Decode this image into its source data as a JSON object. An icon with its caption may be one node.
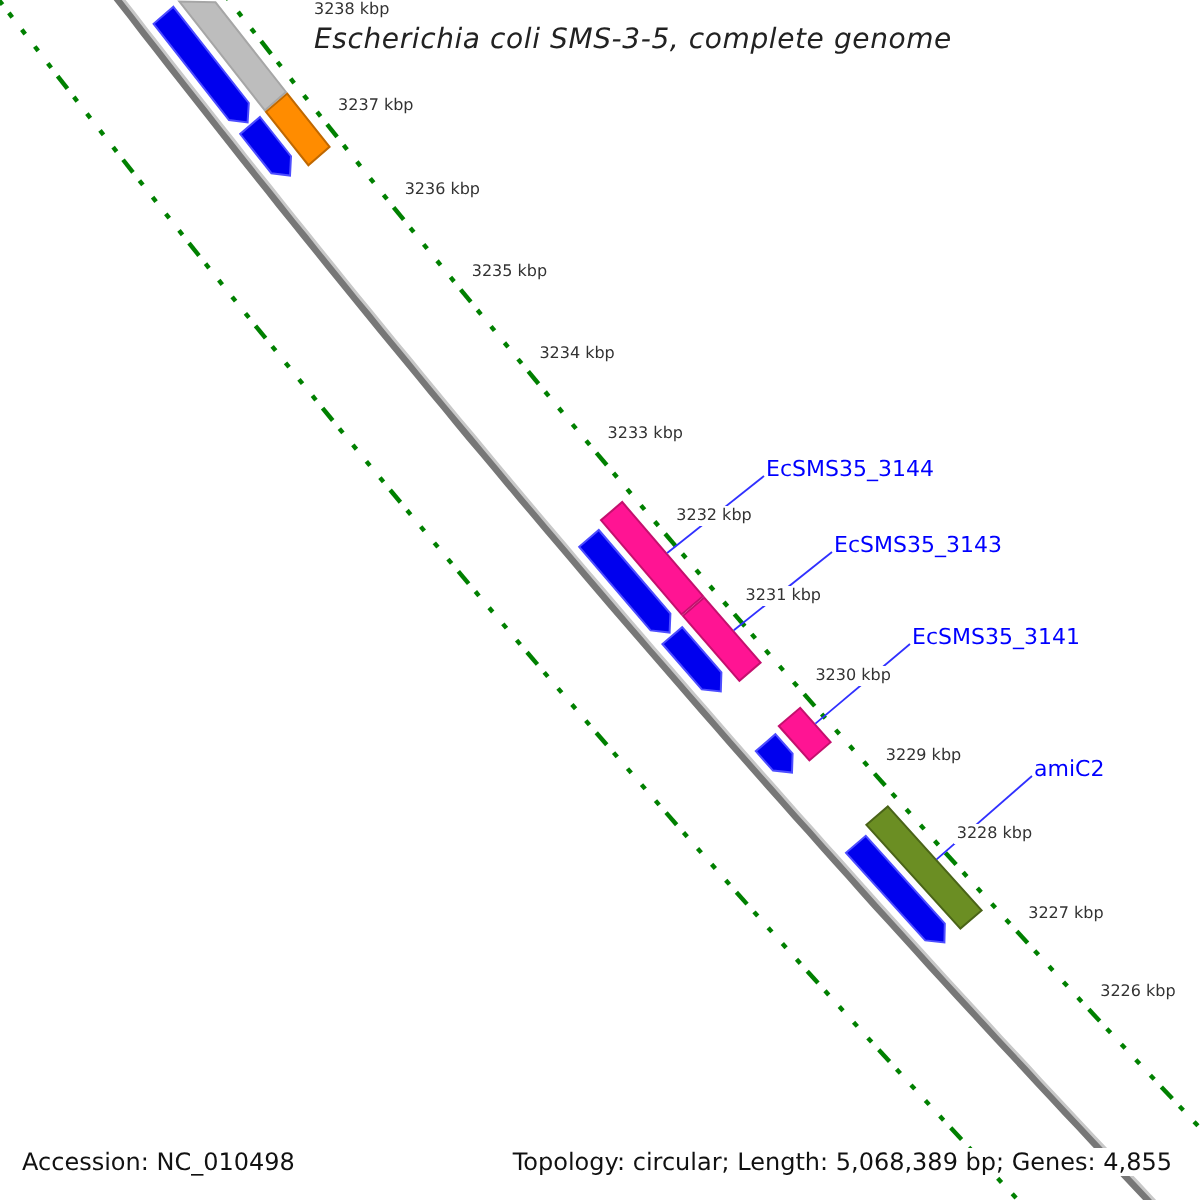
{
  "diagram": {
    "title": "Escherichia coli SMS-3-5, complete genome",
    "nodes": [
      {
        "text": [],
        "shape": "bar"
      },
      {
        "text": [],
        "shape": "pentagon"
      },
      {
        "text": [],
        "shape": "bar"
      },
      {
        "text": [],
        "shape": "pentagon"
      },
      {
        "text": [
          "EcSMS35_3144"
        ]
      },
      {
        "text": [
          "EcSMS35_3143"
        ]
      },
      {
        "text": [],
        "shape": "bar"
      },
      {
        "text": [],
        "shape": "bar"
      },
      {
        "text": [],
        "shape": "pentagon"
      },
      {
        "text": [],
        "shape": "pentagon"
      },
      {
        "text": [
          "EcSMS35_3141"
        ]
      },
      {
        "text": [],
        "shape": "bar"
      },
      {
        "text": [],
        "shape": "pentagon"
      },
      {
        "text": [
          "amiC2"
        ]
      },
      {
        "text": [],
        "shape": "bar"
      },
      {
        "text": [],
        "shape": "pentagon"
      }
    ],
    "edges": [
      {
        "from": 4,
        "to": 6,
        "arrow": "none"
      },
      {
        "from": 5,
        "to": 7,
        "arrow": "none"
      },
      {
        "from": 10,
        "to": 11,
        "arrow": "none"
      },
      {
        "from": 13,
        "to": 14,
        "arrow": "none"
      }
    ],
    "labels": [
      "3238 kbp",
      "3237 kbp",
      "3236 kbp",
      "3235 kbp",
      "3234 kbp",
      "3233 kbp",
      "3232 kbp",
      "3231 kbp",
      "3230 kbp",
      "3229 kbp",
      "3228 kbp",
      "3227 kbp",
      "3226 kbp",
      "Accession: NC_010498",
      "Topology: circular; Length: 5,068,389 bp; Genes: 4,855"
    ]
  }
}
